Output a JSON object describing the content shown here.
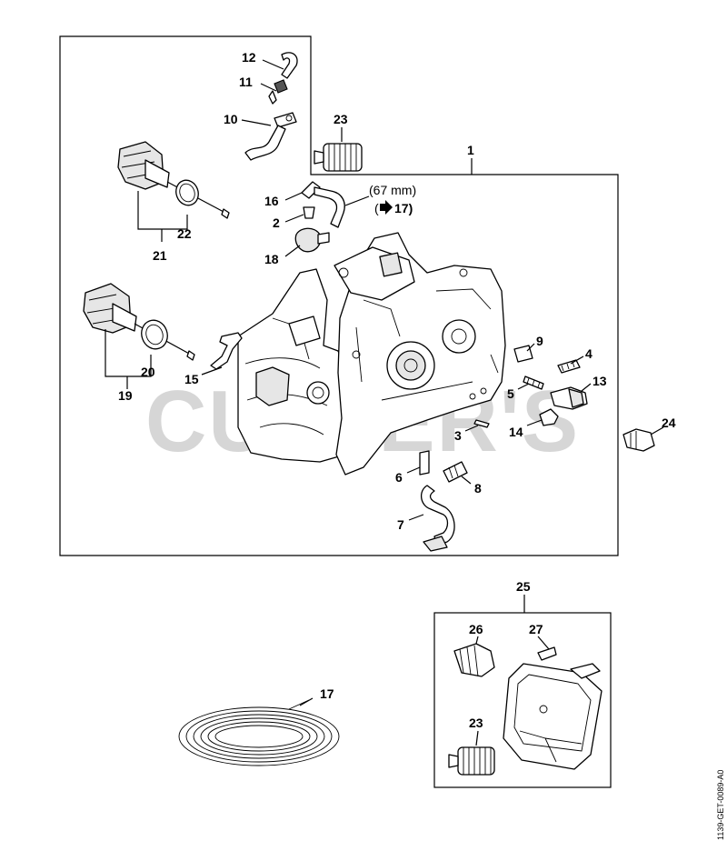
{
  "watermark": "CUTTER'S",
  "document_id": "1139-GET-0089-A0",
  "note_length": "(67 mm)",
  "note_ref": "17)",
  "labels": {
    "p1": "1",
    "p2": "2",
    "p3": "3",
    "p4": "4",
    "p5": "5",
    "p6": "6",
    "p7": "7",
    "p8": "8",
    "p9": "9",
    "p10": "10",
    "p11": "11",
    "p12": "12",
    "p13": "13",
    "p14": "14",
    "p15": "15",
    "p16": "16",
    "p17": "17",
    "p18": "18",
    "p19": "19",
    "p20": "20",
    "p21": "21",
    "p22": "22",
    "p23a": "23",
    "p23b": "23",
    "p24": "24",
    "p25": "25",
    "p26": "26",
    "p27": "27"
  }
}
